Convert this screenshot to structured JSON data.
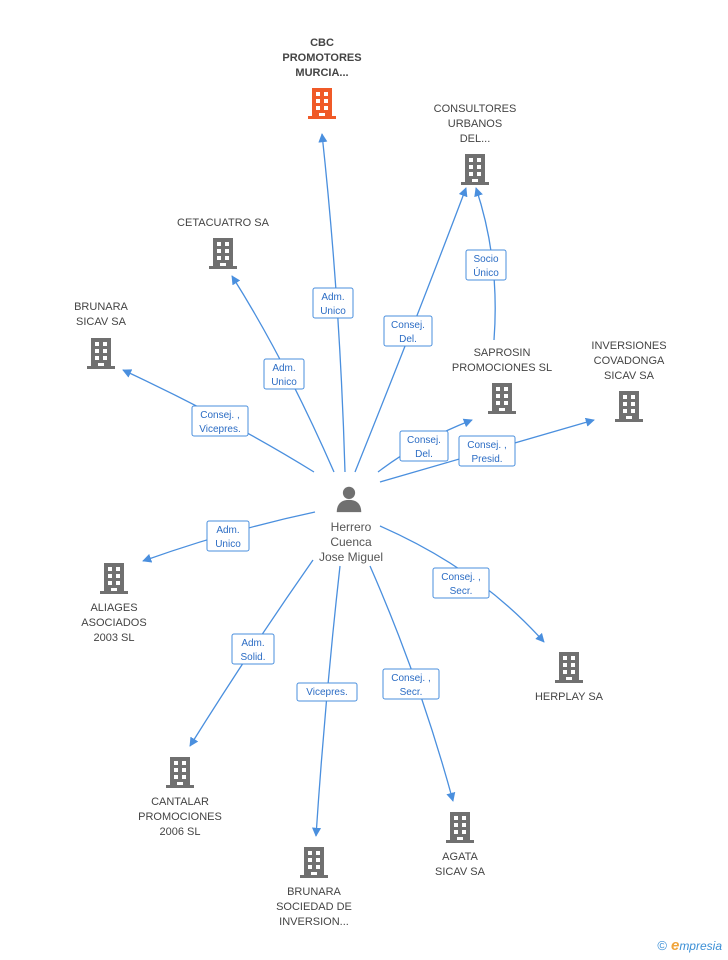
{
  "colors": {
    "edge": "#4a8fde",
    "edge_label_text": "#2b6cc4",
    "building": "#707070",
    "building_highlight": "#f05a28",
    "person": "#707070"
  },
  "person": {
    "name_lines": [
      "Herrero",
      "Cuenca",
      "Jose Miguel"
    ],
    "icon": "person-icon"
  },
  "companies": [
    {
      "id": "cbc",
      "label_lines": [
        "CBC",
        "PROMOTORES",
        "MURCIA..."
      ],
      "highlight": true,
      "icon": "building-icon"
    },
    {
      "id": "consultores",
      "label_lines": [
        "CONSULTORES",
        "URBANOS",
        "DEL..."
      ],
      "highlight": false,
      "icon": "building-icon"
    },
    {
      "id": "cetacuatro",
      "label_lines": [
        "CETACUATRO SA"
      ],
      "highlight": false,
      "icon": "building-icon"
    },
    {
      "id": "brunara-sicav",
      "label_lines": [
        "BRUNARA",
        "SICAV SA"
      ],
      "highlight": false,
      "icon": "building-icon"
    },
    {
      "id": "saprosin",
      "label_lines": [
        "SAPROSIN",
        "PROMOCIONES SL"
      ],
      "highlight": false,
      "icon": "building-icon"
    },
    {
      "id": "inversiones",
      "label_lines": [
        "INVERSIONES",
        "COVADONGA",
        "SICAV SA"
      ],
      "highlight": false,
      "icon": "building-icon"
    },
    {
      "id": "aliages",
      "label_lines": [
        "ALIAGES",
        "ASOCIADOS",
        "2003 SL"
      ],
      "highlight": false,
      "icon": "building-icon"
    },
    {
      "id": "herplay",
      "label_lines": [
        "HERPLAY SA"
      ],
      "highlight": false,
      "icon": "building-icon"
    },
    {
      "id": "cantalar",
      "label_lines": [
        "CANTALAR",
        "PROMOCIONES",
        "2006 SL"
      ],
      "highlight": false,
      "icon": "building-icon"
    },
    {
      "id": "brunara-sociedad",
      "label_lines": [
        "BRUNARA",
        "SOCIEDAD DE",
        "INVERSION..."
      ],
      "highlight": false,
      "icon": "building-icon"
    },
    {
      "id": "agata",
      "label_lines": [
        "AGATA",
        "SICAV SA"
      ],
      "highlight": false,
      "icon": "building-icon"
    }
  ],
  "edges": [
    {
      "from": "person",
      "to": "cbc",
      "label_lines": [
        "Adm.",
        "Unico"
      ]
    },
    {
      "from": "person",
      "to": "consultores",
      "label_lines": [
        "Consej.",
        "Del."
      ]
    },
    {
      "from": "saprosin",
      "to": "consultores",
      "label_lines": [
        "Socio",
        "Único"
      ]
    },
    {
      "from": "person",
      "to": "cetacuatro",
      "label_lines": [
        "Adm.",
        "Unico"
      ]
    },
    {
      "from": "person",
      "to": "brunara-sicav",
      "label_lines": [
        "Consej. ,",
        "Vicepres."
      ]
    },
    {
      "from": "person",
      "to": "saprosin",
      "label_lines": [
        "Consej.",
        "Del."
      ]
    },
    {
      "from": "person",
      "to": "inversiones",
      "label_lines": [
        "Consej. ,",
        "Presid."
      ]
    },
    {
      "from": "person",
      "to": "aliages",
      "label_lines": [
        "Adm.",
        "Unico"
      ]
    },
    {
      "from": "person",
      "to": "herplay",
      "label_lines": [
        "Consej. ,",
        "Secr."
      ]
    },
    {
      "from": "person",
      "to": "cantalar",
      "label_lines": [
        "Adm.",
        "Solid."
      ]
    },
    {
      "from": "person",
      "to": "brunara-sociedad",
      "label_lines": [
        "Vicepres."
      ]
    },
    {
      "from": "person",
      "to": "agata",
      "label_lines": [
        "Consej. ,",
        "Secr."
      ]
    }
  ],
  "footer": {
    "copyright": "©",
    "brand_initial": "e",
    "brand_rest": "mpresia"
  }
}
